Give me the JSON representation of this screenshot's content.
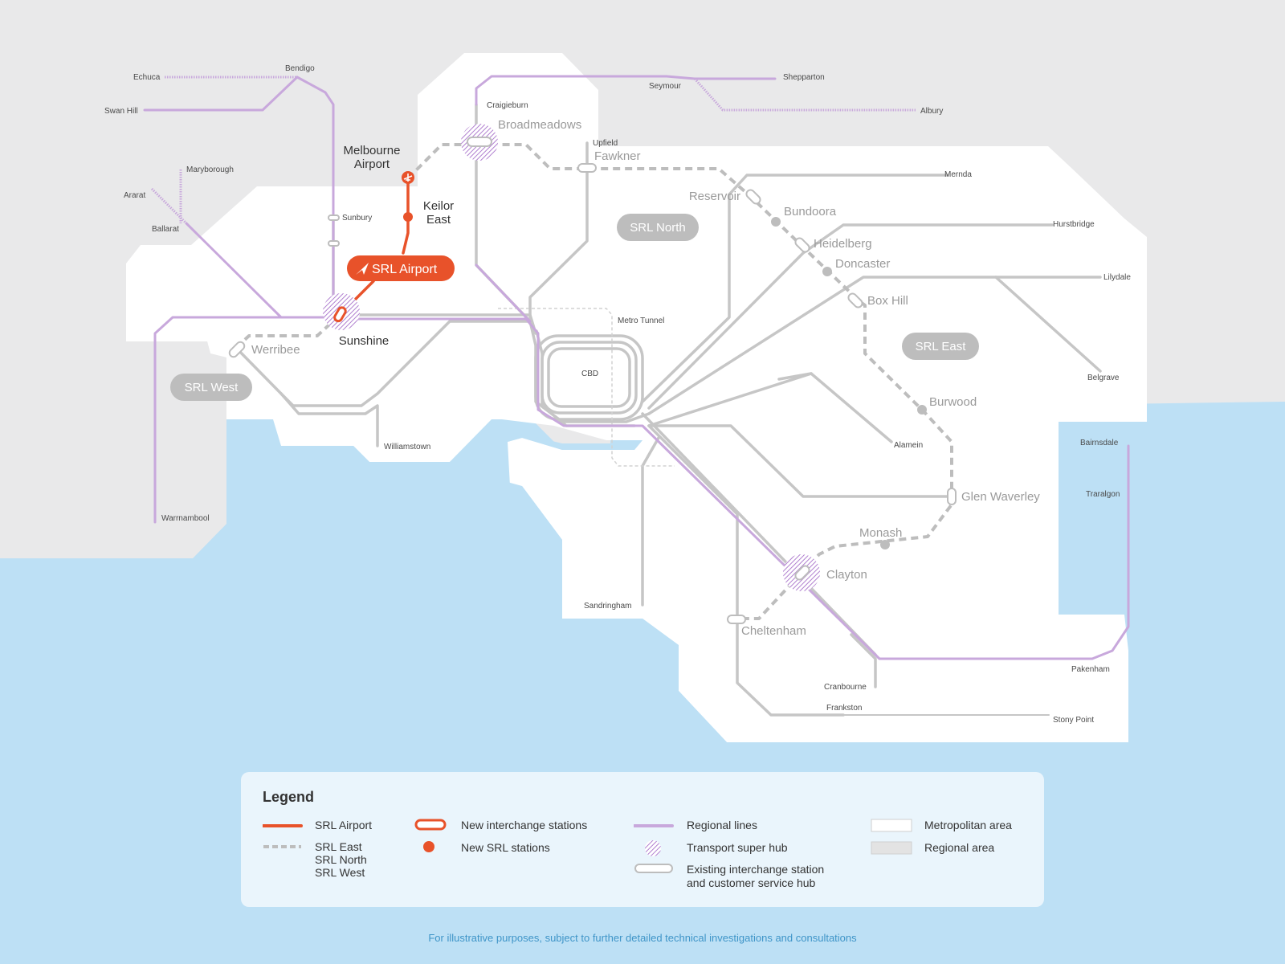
{
  "colors": {
    "srl_airport": "#e8522a",
    "srl_lines": "#bdbdbd",
    "regional_lines": "#c8a8dc",
    "metro_lines": "#c6c6c6",
    "metropolitan_area": "#ffffff",
    "regional_area": "#e9e9ea",
    "water": "#bde0f5",
    "zone_pill": "#bdbdbd"
  },
  "zones": {
    "srl_north": "SRL North",
    "srl_east": "SRL East",
    "srl_west": "SRL West"
  },
  "airport_badge": "SRL Airport",
  "stations_dark": {
    "melbourne_airport_1": "Melbourne",
    "melbourne_airport_2": "Airport",
    "keilor_east_1": "Keilor",
    "keilor_east_2": "East",
    "sunshine": "Sunshine"
  },
  "stations_grey": {
    "broadmeadows": "Broadmeadows",
    "fawkner": "Fawkner",
    "reservoir": "Reservoir",
    "bundoora": "Bundoora",
    "heidelberg": "Heidelberg",
    "doncaster": "Doncaster",
    "box_hill": "Box Hill",
    "burwood": "Burwood",
    "glen_waverley": "Glen Waverley",
    "monash": "Monash",
    "clayton": "Clayton",
    "cheltenham": "Cheltenham",
    "werribee": "Werribee"
  },
  "stations_small": {
    "echuca": "Echuca",
    "bendigo": "Bendigo",
    "swan_hill": "Swan Hill",
    "maryborough": "Maryborough",
    "ararat": "Ararat",
    "ballarat": "Ballarat",
    "sunbury": "Sunbury",
    "craigieburn": "Craigieburn",
    "seymour": "Seymour",
    "shepparton": "Shepparton",
    "albury": "Albury",
    "upfield": "Upfield",
    "mernda": "Mernda",
    "hurstbridge": "Hurstbridge",
    "lilydale": "Lilydale",
    "belgrave": "Belgrave",
    "metro_tunnel": "Metro Tunnel",
    "cbd": "CBD",
    "williamstown": "Williamstown",
    "alamein": "Alamein",
    "warrnambool": "Warrnambool",
    "bairnsdale": "Bairnsdale",
    "traralgon": "Traralgon",
    "sandringham": "Sandringham",
    "cranbourne": "Cranbourne",
    "pakenham": "Pakenham",
    "frankston": "Frankston",
    "stony_point": "Stony Point"
  },
  "legend": {
    "title": "Legend",
    "srl_airport": "SRL Airport",
    "srl_east": "SRL East",
    "srl_north": "SRL North",
    "srl_west": "SRL West",
    "new_interchange": "New interchange stations",
    "new_srl_stations": "New SRL stations",
    "regional_lines": "Regional lines",
    "super_hub": "Transport super hub",
    "existing_interchange_1": "Existing interchange station",
    "existing_interchange_2": "and customer service hub",
    "metropolitan_area": "Metropolitan area",
    "regional_area": "Regional area"
  },
  "footnote": "For illustrative purposes, subject to further detailed technical investigations and consultations"
}
